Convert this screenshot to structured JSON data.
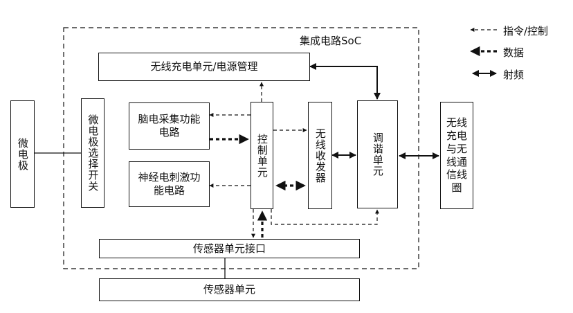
{
  "soc_label": "集成电路SoC",
  "legend": [
    {
      "label": "指令/控制",
      "kind": "command"
    },
    {
      "label": "数据",
      "kind": "data"
    },
    {
      "label": "射频",
      "kind": "rf"
    }
  ],
  "blocks": {
    "microelectrode": "微电极",
    "electrode_switch": "微电极选择开关",
    "wireless_power": "无线充电单元/电源管理",
    "eeg_circuit": "脑电采集功能电路",
    "neural_stim": "神经电刺激功能电路",
    "control_unit": "控制单元",
    "transceiver": "无线收发器",
    "tuning_unit": "调谐单元",
    "coil": "无线充电与无线通信线圈",
    "sensor_interface": "传感器单元接口",
    "sensor_unit": "传感器单元"
  },
  "colors": {
    "line": "#111111",
    "background": "#ffffff"
  }
}
